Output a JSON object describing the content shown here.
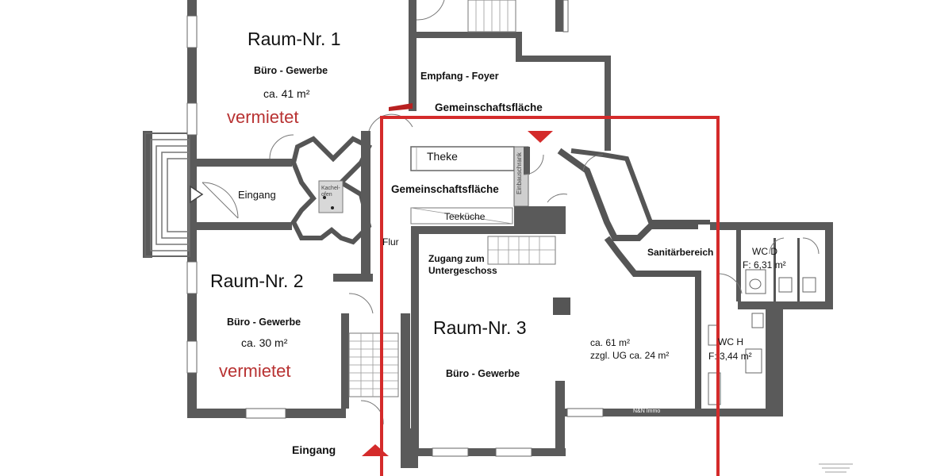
{
  "colors": {
    "wall": "#5a5a5a",
    "highlight": "#d42b2b",
    "rented_text": "#b83232"
  },
  "rooms": {
    "room1": {
      "title": "Raum-Nr. 1",
      "use": "Büro - Gewerbe",
      "area": "ca. 41 m²",
      "status": "vermietet"
    },
    "room2": {
      "title": "Raum-Nr. 2",
      "use": "Büro - Gewerbe",
      "area": "ca. 30 m²",
      "status": "vermietet"
    },
    "room3": {
      "title": "Raum-Nr. 3",
      "use": "Büro - Gewerbe",
      "area": "ca. 61 m²",
      "area_extra": "zzgl. UG ca. 24 m²"
    }
  },
  "labels": {
    "empfang": "Empfang - Foyer",
    "gemeinschaft_top": "Gemeinschaftsfläche",
    "gemeinschaft_mid": "Gemeinschaftsfläche",
    "theke": "Theke",
    "teekueche": "Teeküche",
    "einbauschrank": "Einbauschrank",
    "kachelofen": "Kachel-\nofen",
    "eingang_left": "Eingang",
    "eingang_bottom": "Eingang",
    "flur": "Flur",
    "zugang": "Zugang zum\nUntergeschoss",
    "sanitaer": "Sanitärbereich",
    "wc_d": "WC D",
    "wc_d_area": "F: 6,31 m²",
    "wc_h": "WC H",
    "wc_h_area": "F: 3,44 m²",
    "credit": "N&N Immo"
  },
  "icons": {
    "entry_arrow": "triangle-right-icon",
    "marker_top": "triangle-down-icon",
    "marker_bottom": "triangle-up-icon"
  }
}
